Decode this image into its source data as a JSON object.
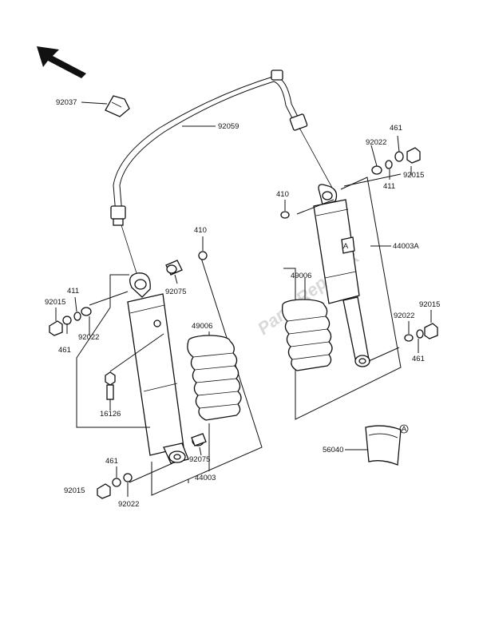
{
  "diagram": {
    "watermark": "Parts Republik",
    "marker": "A",
    "labels": {
      "p92037": "92037",
      "p92059": "92059",
      "p410_right": "410",
      "p410_left": "410",
      "p461_tr": "461",
      "p92022_tr": "92022",
      "p411_tr": "411",
      "p92015_tr": "92015",
      "p44003A": "44003A",
      "p49006_right": "49006",
      "p49006_left": "49006",
      "p92075_top": "92075",
      "p92075_bottom": "92075",
      "p92015_l": "92015",
      "p411_l": "411",
      "p461_l": "461",
      "p92022_l": "92022",
      "p92015_r": "92015",
      "p92022_r": "92022",
      "p461_r": "461",
      "p16126": "16126",
      "p461_bl": "461",
      "p92015_bl": "92015",
      "p92022_bl": "92022",
      "p44003": "44003",
      "p56040": "56040"
    }
  }
}
